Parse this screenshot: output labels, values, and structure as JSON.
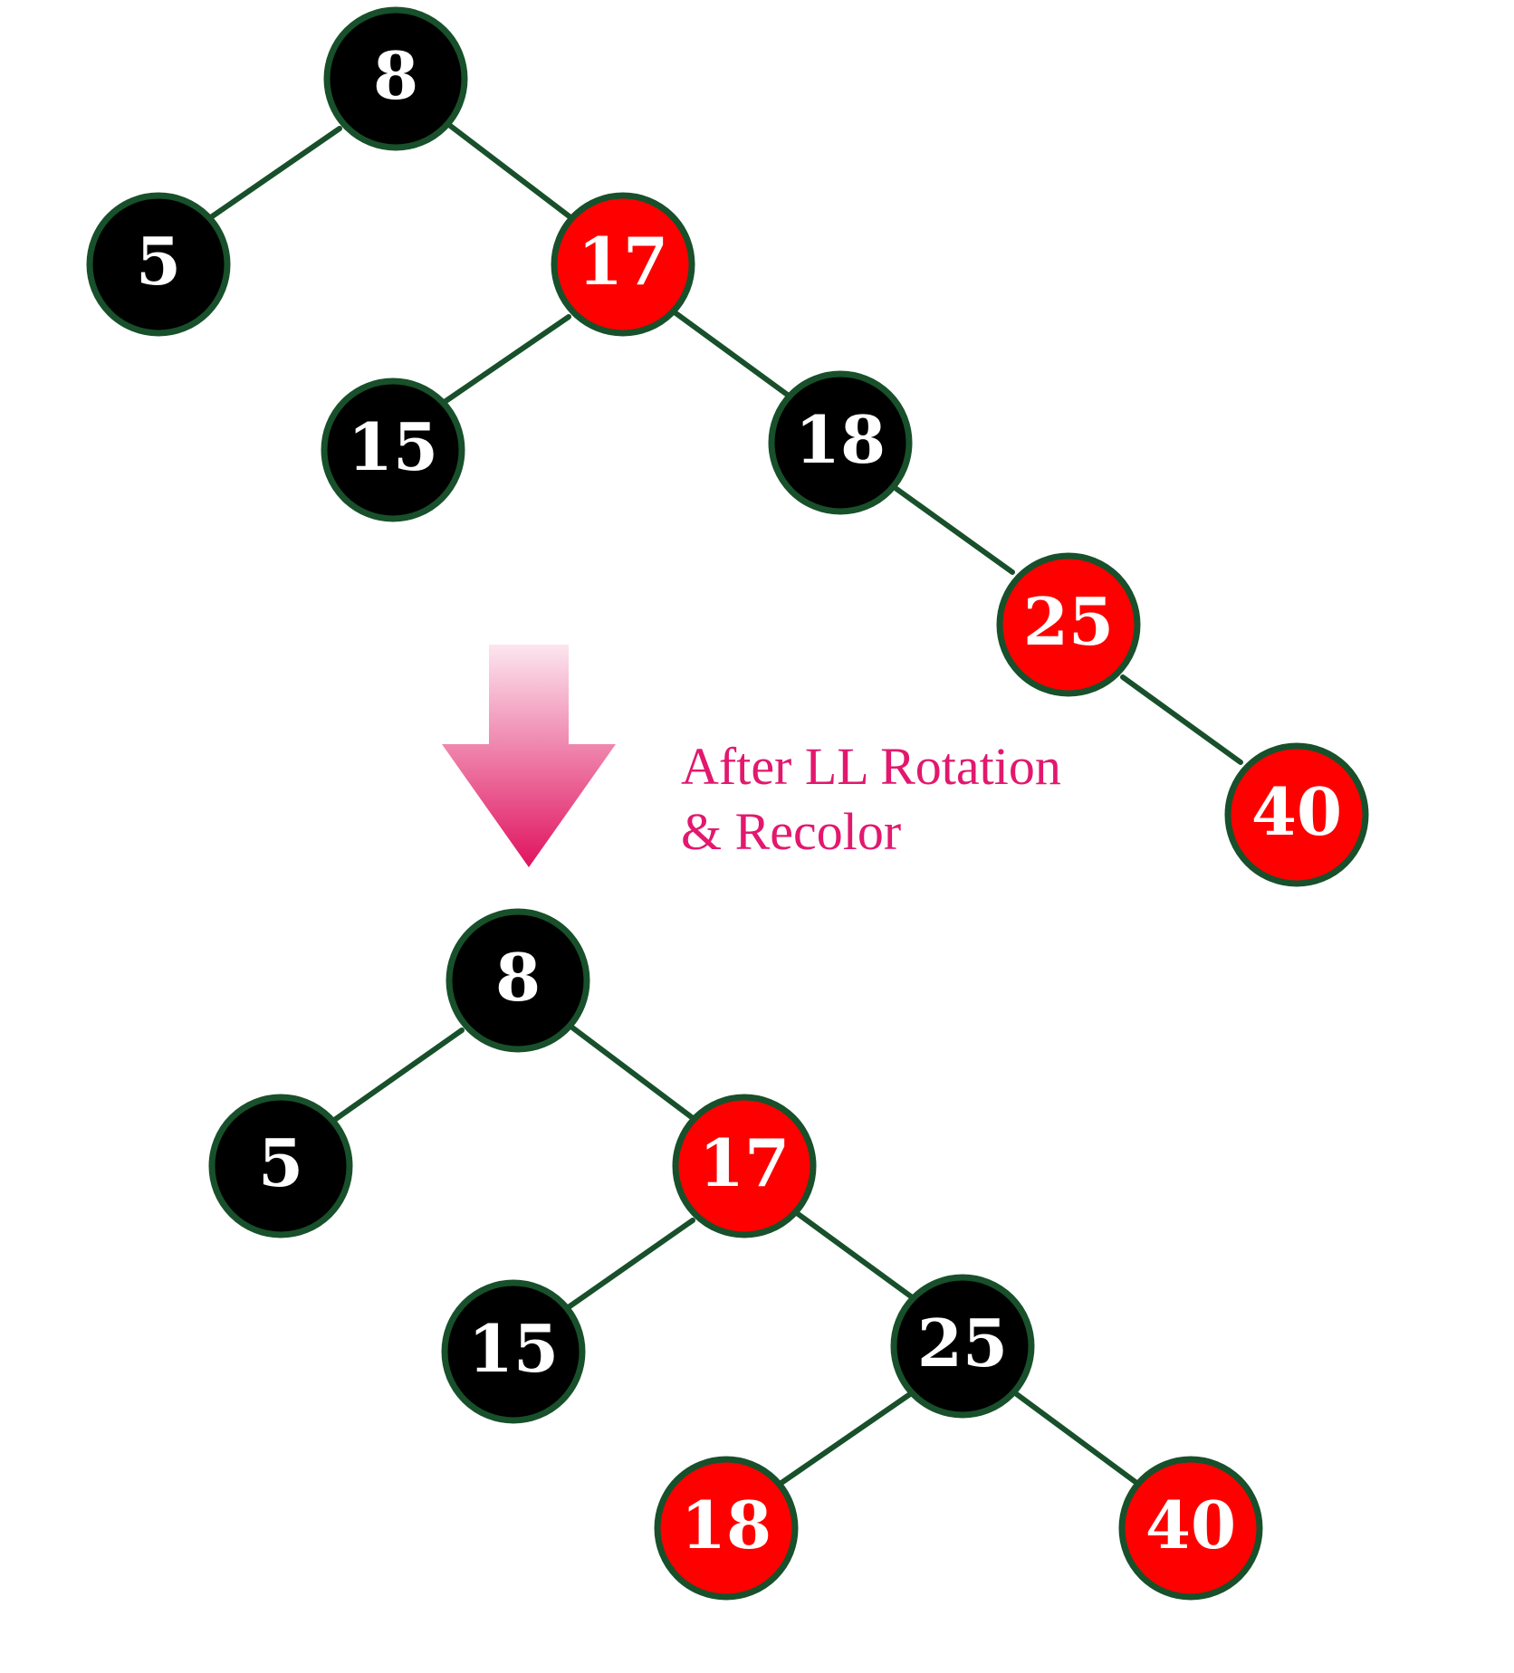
{
  "colors": {
    "edge": "#17502a",
    "black_node": "#000000",
    "red_node": "#ff0000",
    "node_text": "#ffffff",
    "caption": "#e2186e",
    "arrow_top": "#fce6ef",
    "arrow_bottom": "#e0135f"
  },
  "caption": {
    "line1": "After LL Rotation",
    "line2": "& Recolor"
  },
  "before_tree": {
    "nodes": [
      {
        "id": "b8",
        "label": "8",
        "color": "black"
      },
      {
        "id": "b5",
        "label": "5",
        "color": "black"
      },
      {
        "id": "b17",
        "label": "17",
        "color": "red"
      },
      {
        "id": "b15",
        "label": "15",
        "color": "black"
      },
      {
        "id": "b18",
        "label": "18",
        "color": "black"
      },
      {
        "id": "b25",
        "label": "25",
        "color": "red"
      },
      {
        "id": "b40",
        "label": "40",
        "color": "red"
      }
    ]
  },
  "after_tree": {
    "nodes": [
      {
        "id": "a8",
        "label": "8",
        "color": "black"
      },
      {
        "id": "a5",
        "label": "5",
        "color": "black"
      },
      {
        "id": "a17",
        "label": "17",
        "color": "red"
      },
      {
        "id": "a15",
        "label": "15",
        "color": "black"
      },
      {
        "id": "a25",
        "label": "25",
        "color": "black"
      },
      {
        "id": "a18",
        "label": "18",
        "color": "red"
      },
      {
        "id": "a40",
        "label": "40",
        "color": "red"
      }
    ]
  }
}
